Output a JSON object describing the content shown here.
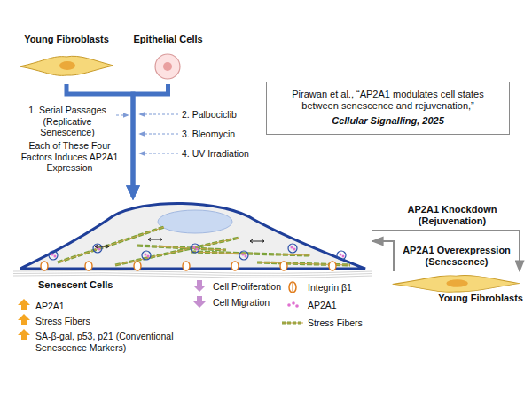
{
  "diagram": {
    "nodes": [
      {
        "text": [
          "Young Fibroblasts"
        ]
      },
      {
        "text": [
          "Epithelial Cells"
        ]
      },
      {
        "text": [
          "Pirawan et al., “AP2A1 modulates cell states between senescence and rejuvenation,”",
          "Cellular Signalling, 2025"
        ]
      },
      {
        "text": [
          "Senescent Cells"
        ]
      },
      {
        "text": [
          "Young Fibroblasts"
        ]
      }
    ],
    "edges": [
      {
        "from": 0,
        "to": 3,
        "arrow": "to"
      },
      {
        "from": 1,
        "to": 3,
        "arrow": "to"
      },
      {
        "from": 3,
        "to": 4,
        "label": "AP2A1 Knockdown (Rejuvenation)",
        "arrow": "to"
      },
      {
        "from": 4,
        "to": 3,
        "label": "AP2A1 Overexpression (Senescence)",
        "arrow": "to"
      }
    ],
    "labels": [
      "1. Serial Passages (Replicative Senescence)",
      "Each of These Four Factors Induces AP2A1 Expression",
      "2. Palbociclib",
      "3. Bleomycin",
      "4. UV Irradiation"
    ],
    "legend": [
      {
        "text": "AP2A1"
      },
      {
        "text": "Stress Fibers"
      },
      {
        "text": "SA-β-gal, p53, p21 (Conventional Senescence Markers)"
      },
      {
        "text": "Cell Proliferation"
      },
      {
        "text": "Cell Migration"
      },
      {
        "text": "Integrin β1"
      },
      {
        "text": "AP2A1"
      },
      {
        "text": "Stress Fibers"
      }
    ]
  }
}
